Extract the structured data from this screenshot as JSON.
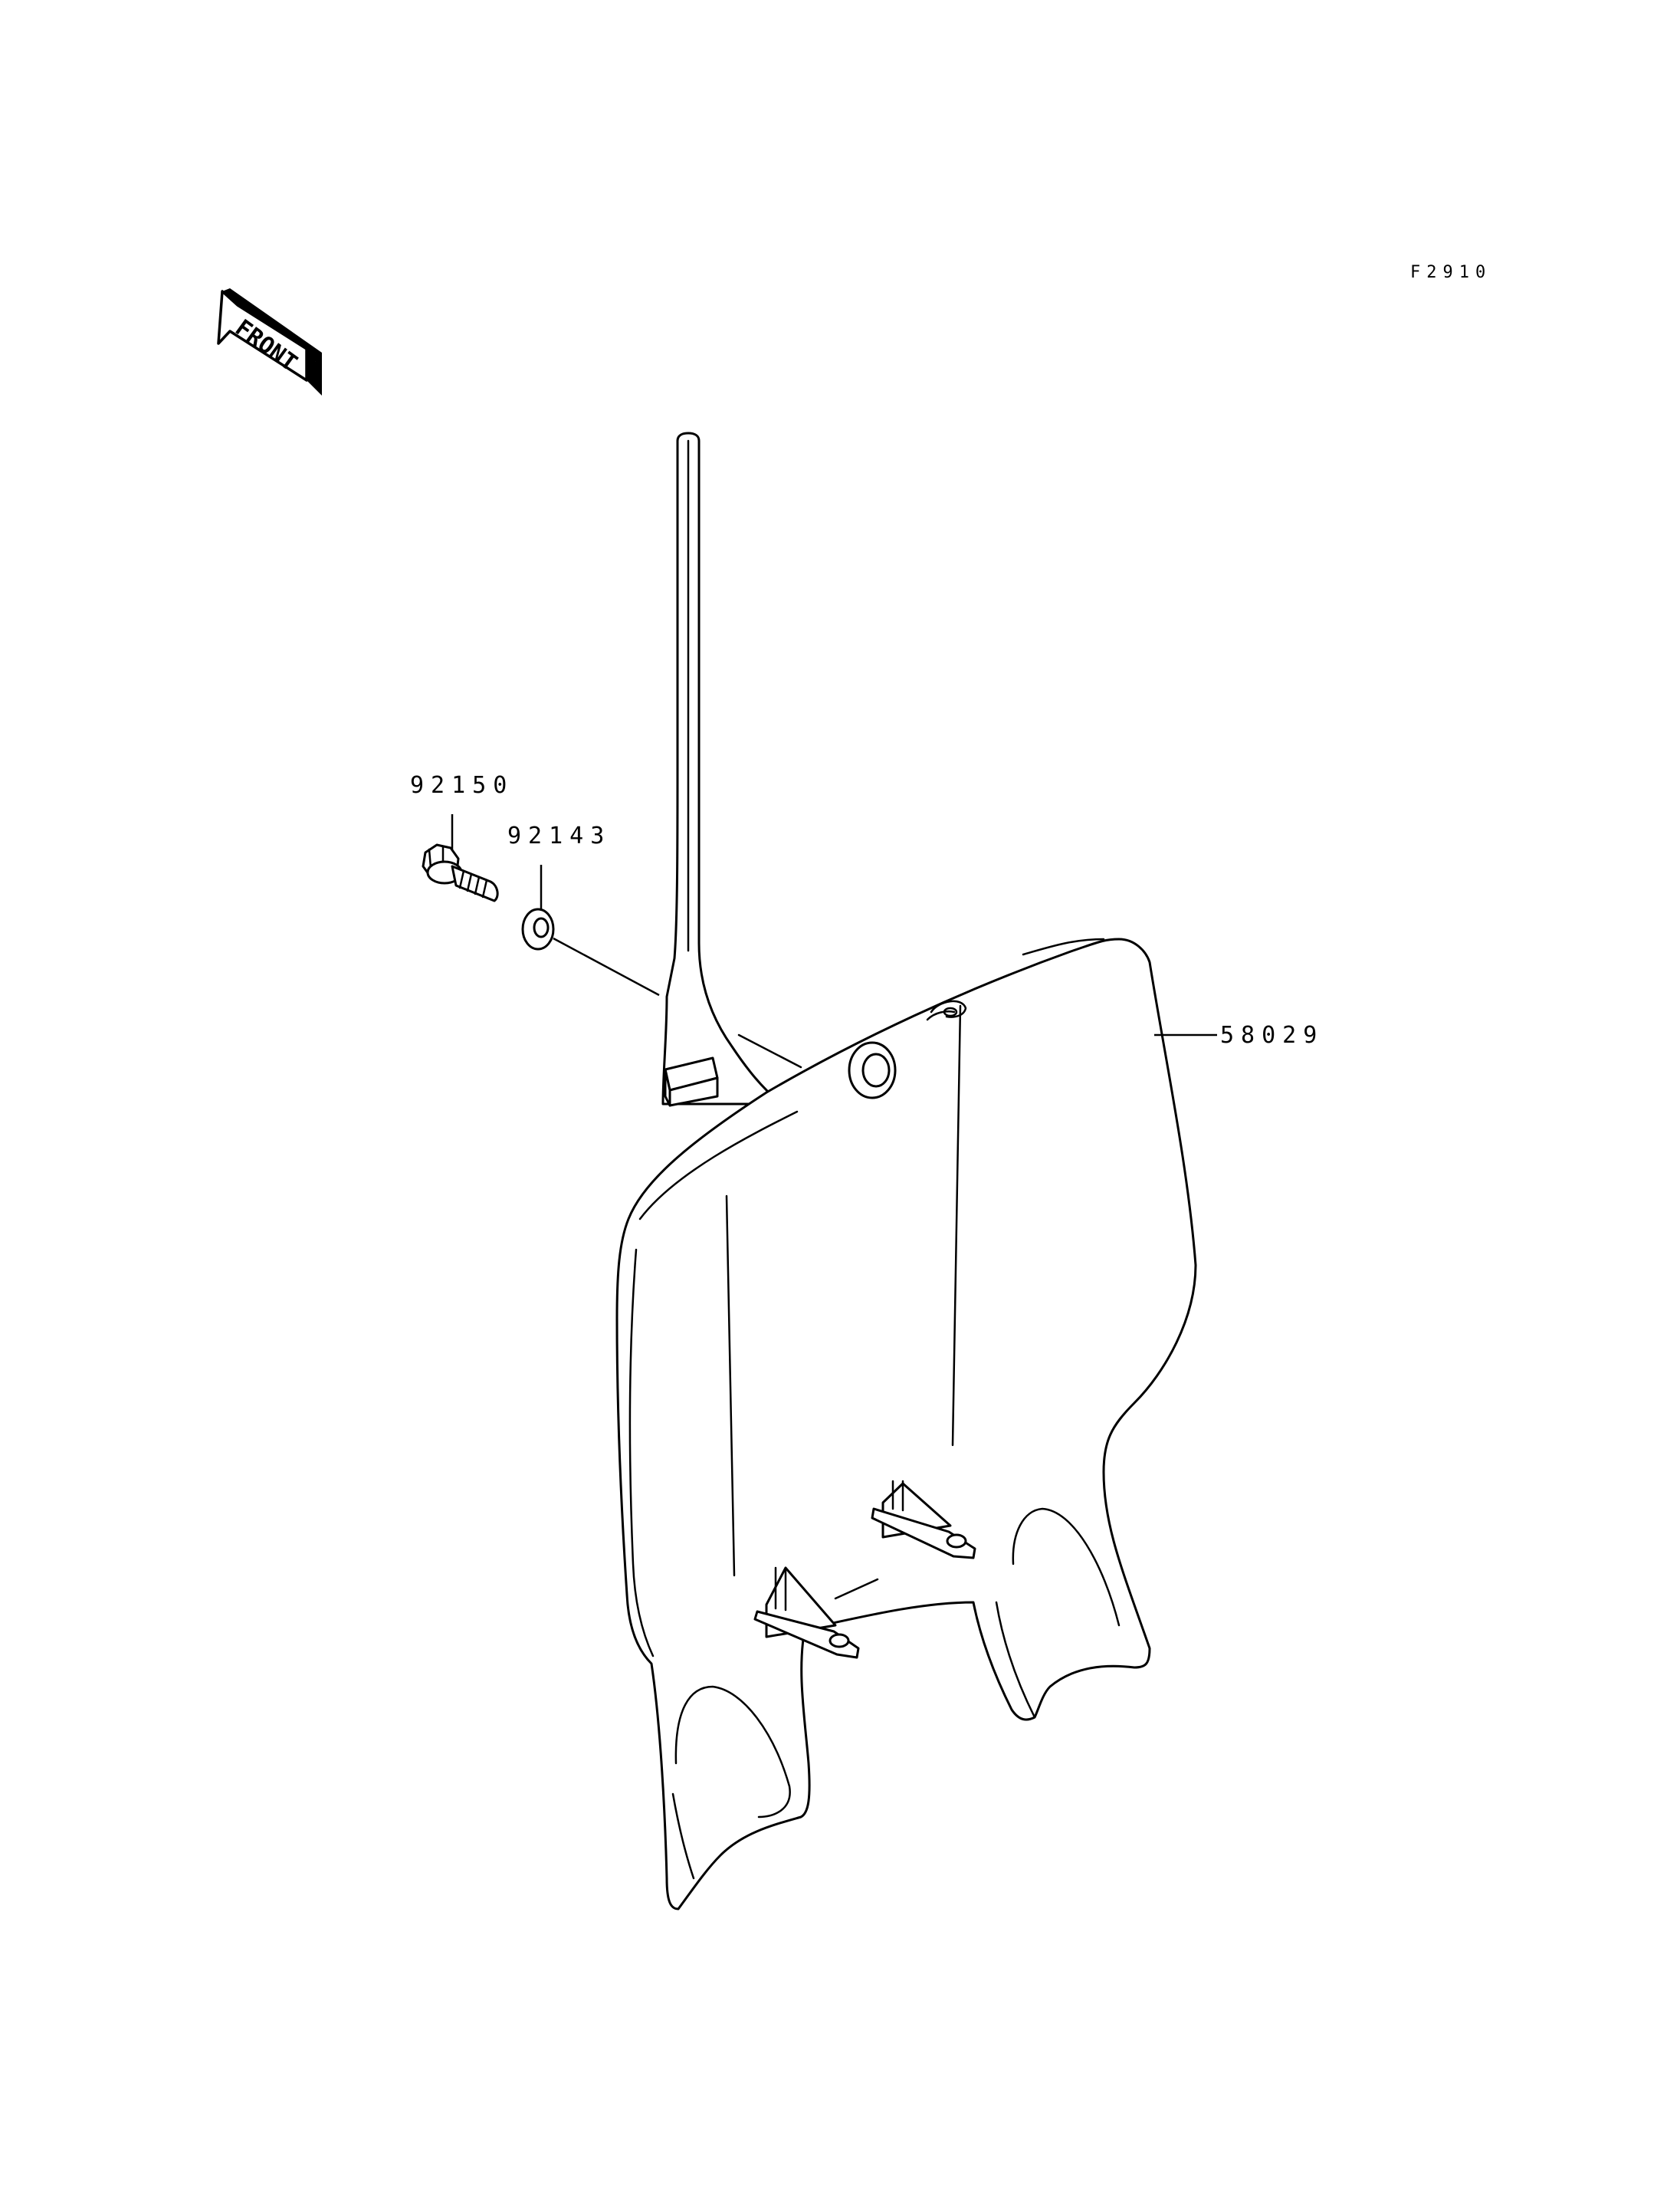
{
  "figure_code": "F2910",
  "front_arrow_label": "FRONT",
  "callouts": [
    {
      "part_number": "92150"
    },
    {
      "part_number": "92143"
    },
    {
      "part_number": "58029"
    }
  ]
}
